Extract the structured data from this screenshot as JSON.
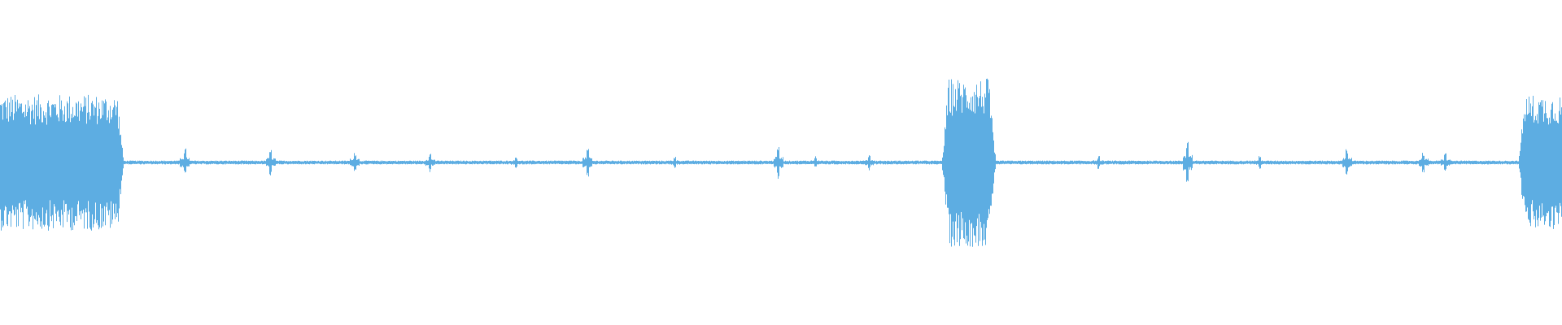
{
  "waveform": {
    "color": "#5dade2",
    "background": "#ffffff",
    "duration_fraction_segments": [
      {
        "start": 0.0,
        "end": 0.079,
        "level": 0.42,
        "kind": "loud"
      },
      {
        "start": 0.079,
        "end": 0.603,
        "level": 0.012,
        "kind": "quiet"
      },
      {
        "start": 0.603,
        "end": 0.637,
        "level": 0.52,
        "kind": "loud"
      },
      {
        "start": 0.637,
        "end": 0.972,
        "level": 0.012,
        "kind": "quiet"
      },
      {
        "start": 0.972,
        "end": 1.0,
        "level": 0.42,
        "kind": "loud"
      }
    ],
    "spikes": [
      {
        "t": 0.118,
        "level": 0.09
      },
      {
        "t": 0.173,
        "level": 0.08
      },
      {
        "t": 0.227,
        "level": 0.07
      },
      {
        "t": 0.275,
        "level": 0.06
      },
      {
        "t": 0.33,
        "level": 0.04
      },
      {
        "t": 0.376,
        "level": 0.09
      },
      {
        "t": 0.432,
        "level": 0.04
      },
      {
        "t": 0.498,
        "level": 0.1
      },
      {
        "t": 0.522,
        "level": 0.04
      },
      {
        "t": 0.556,
        "level": 0.05
      },
      {
        "t": 0.703,
        "level": 0.04
      },
      {
        "t": 0.76,
        "level": 0.14
      },
      {
        "t": 0.806,
        "level": 0.04
      },
      {
        "t": 0.862,
        "level": 0.09
      },
      {
        "t": 0.911,
        "level": 0.07
      },
      {
        "t": 0.925,
        "level": 0.06
      }
    ]
  }
}
